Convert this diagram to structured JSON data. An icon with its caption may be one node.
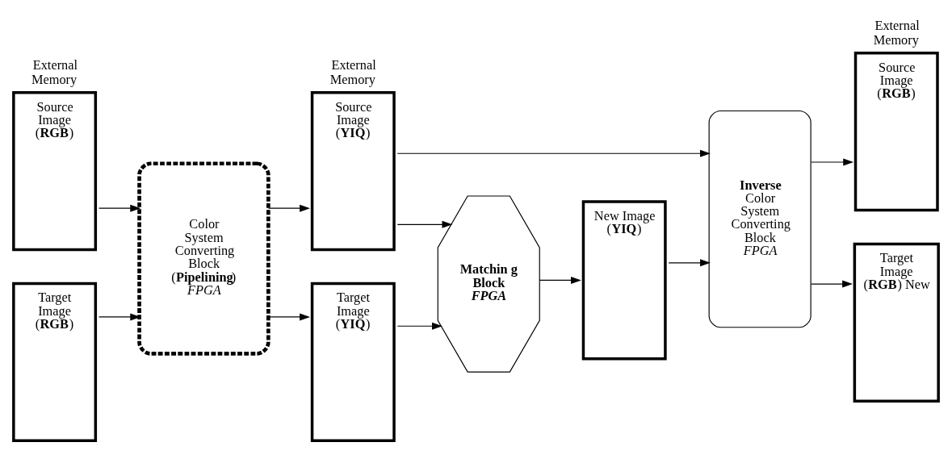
{
  "diagram": {
    "nodes": [
      {
        "text": [
          "Source Image (**RGB**)"
        ],
        "beside": [
          "External Memory"
        ]
      },
      {
        "text": [
          "Target Image (**RGB**)"
        ]
      },
      {
        "text": [
          "Color System Converting Block (**Pipelining**)",
          "FPGA"
        ]
      },
      {
        "text": [
          "Source Image (**YIQ**)"
        ],
        "beside": [
          "External Memory"
        ]
      },
      {
        "text": [
          "Target Image (**YIQ**)"
        ]
      },
      {
        "text": [
          "Matchin g Block",
          "FPGA"
        ]
      },
      {
        "text": [
          "New Image (**YIQ**)"
        ]
      },
      {
        "text": [
          "**Inverse** Color System Converting Block",
          "FPGA"
        ]
      },
      {
        "text": [
          "Source Image (**RGB**)"
        ],
        "beside": [
          "External Memory"
        ]
      },
      {
        "text": [
          "Target Image (**RGB**) New"
        ]
      }
    ],
    "edges": [
      {
        "from": 0,
        "to": 2,
        "arrow": "to"
      },
      {
        "from": 1,
        "to": 2,
        "arrow": "to"
      },
      {
        "from": 2,
        "to": 3,
        "arrow": "to"
      },
      {
        "from": 2,
        "to": 4,
        "arrow": "to"
      },
      {
        "from": 3,
        "to": 7,
        "arrow": "to"
      },
      {
        "from": 3,
        "to": 5,
        "arrow": "to"
      },
      {
        "from": 4,
        "to": 5,
        "arrow": "to"
      },
      {
        "from": 5,
        "to": 6,
        "arrow": "to"
      },
      {
        "from": 6,
        "to": 7,
        "arrow": "to"
      },
      {
        "from": 7,
        "to": 8,
        "arrow": "to"
      },
      {
        "from": 7,
        "to": 9,
        "arrow": "to"
      }
    ]
  }
}
